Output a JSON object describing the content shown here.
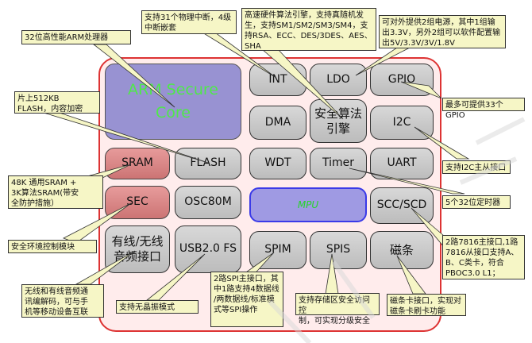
{
  "blocks": {
    "arm": "ARM Secure\nCore",
    "int": "INT",
    "ldo": "LDO",
    "gpio": "GPIO",
    "dma": "DMA",
    "crypto": "安全算法\n引擎",
    "i2c": "I2C",
    "sram": "SRAM",
    "flash": "FLASH",
    "wdt": "WDT",
    "timer": "Timer",
    "uart": "UART",
    "sec": "SEC",
    "osc": "OSC80M",
    "mpu": "MPU",
    "scc": "SCC/SCD",
    "audio": "有线/无线\n音频接口",
    "usb": "USB2.0 FS",
    "spim": "SPIM",
    "spis": "SPIS",
    "magstripe": "磁条"
  },
  "callouts": {
    "arm_processor": "32位高性能ARM处理器",
    "int_desc": "支持31个物理中断，4级\n中断嵌套",
    "crypto_desc": "高速硬件算法引擎，支持真随机发\n生，支持SM1/SM2/SM3/SM4，支\n持RSA、ECC、DES/3DES、AES、\nSHA",
    "ldo_desc": "可对外提供2组电源，其中1组输\n出3.3V，另外2组可以软件配置输\n出5V/3.3V/3V/1.8V",
    "flash_desc": "片上512KB\nFLASH，内容加密",
    "gpio_desc": "最多可提供33个GPIO",
    "i2c_desc": "支持I2C主从接口",
    "sram_desc": "48K 通用SRAM +\n3K算法SRAM(带安\n全防护措施）",
    "timer_desc": "5个32位定时器",
    "sec_desc": "安全环境控制模块",
    "scc_desc": "2路7816主接口,1路\n7816从接口支持A、\nB、C类卡，符合\nPBOC3.0 L1；",
    "audio_desc": "无线和有线音频通\n讯编解码，可与手\n机等移动设备互联",
    "usb_desc": "支持无晶振模式",
    "spi_desc": "2路SPI主接口，其\n中1路支持4数据线\n/两数据线/标准模\n式等SPI操作",
    "spis_desc": "支持存储区安全访问控\n制，可实现分级安全",
    "mag_desc": "磁条卡接口，实现对\n磁条卡刷卡功能"
  },
  "colors": {
    "chip_border": "#d33333",
    "callout_fill": "#f6f6c6",
    "arm_text": "#4fe84a",
    "mpu_border": "#3a3ae8"
  }
}
